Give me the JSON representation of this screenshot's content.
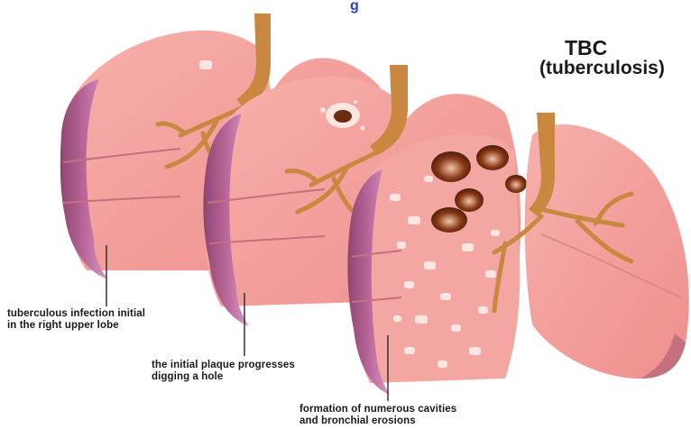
{
  "title": "TBC",
  "subtitle": "(tuberculosis)",
  "captions": [
    {
      "line1": "tuberculous infection initial",
      "line2": "in the right upper lobe"
    },
    {
      "line1": "the initial plaque progresses",
      "line2": "digging a hole"
    },
    {
      "line1": "formation of numerous cavities",
      "line2": "and bronchial erosions"
    }
  ],
  "colors": {
    "lung_fill": "#f29a98",
    "lung_light": "#f7b3ae",
    "lung_side": "#a6557e",
    "lung_side_light": "#cf8ab0",
    "bronchus": "#c9873f",
    "cavity": "#6a2b10",
    "lesion": "#fbe6e2"
  }
}
